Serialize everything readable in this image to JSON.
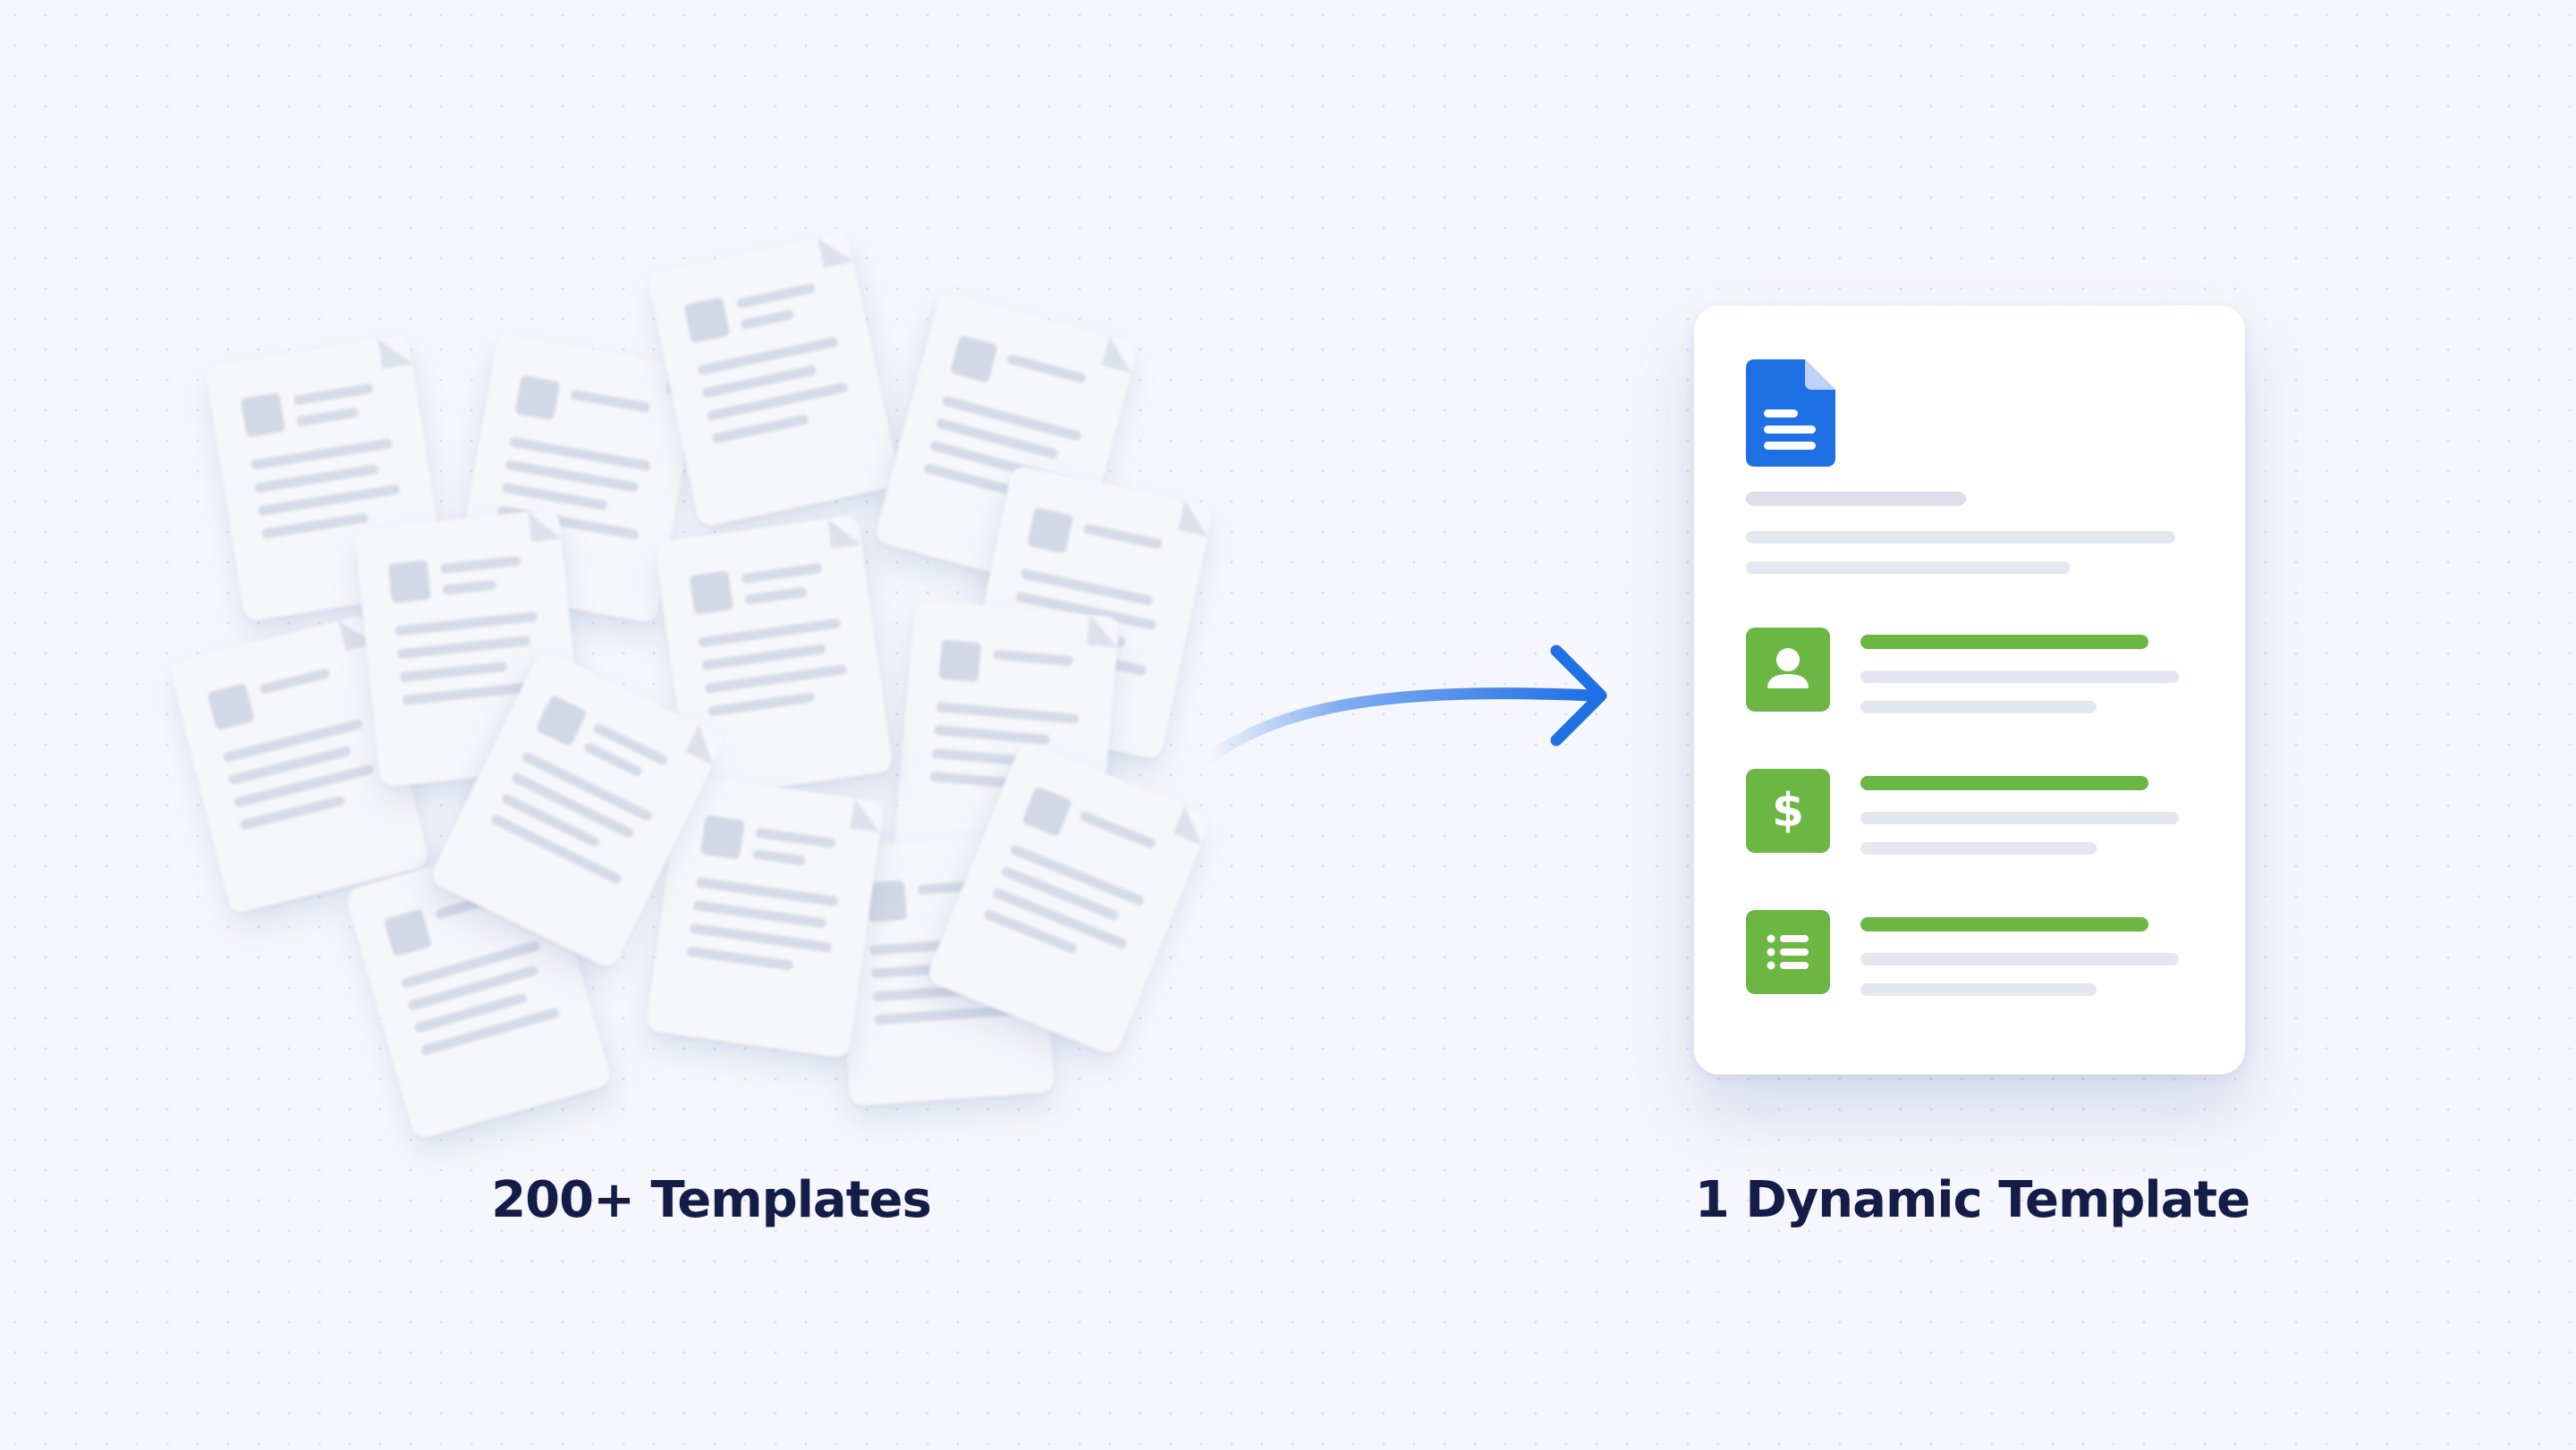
{
  "captions": {
    "left": "200+ Templates",
    "right": "1 Dynamic Template"
  },
  "dynamic_template": {
    "header_icon": "document-icon",
    "fields": [
      {
        "name": "person",
        "icon": "user-icon"
      },
      {
        "name": "pricing",
        "icon": "dollar-icon"
      },
      {
        "name": "list",
        "icon": "list-icon"
      }
    ]
  },
  "colors": {
    "background": "#f5f7fc",
    "primary_blue": "#1f6fe5",
    "accent_green": "#6cb644",
    "caption_text": "#141d48",
    "placeholder_gray": "#e3e7f0"
  },
  "icons": {
    "transformation_arrow": "arrow-right-icon"
  }
}
